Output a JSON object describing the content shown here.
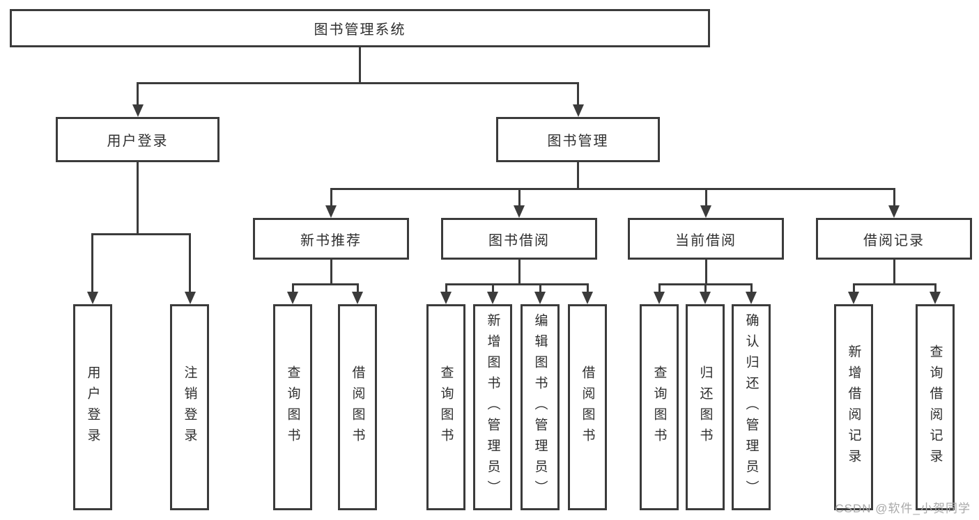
{
  "root": {
    "label": "图书管理系统"
  },
  "level2": {
    "user_login": {
      "label": "用户登录"
    },
    "book_management": {
      "label": "图书管理"
    }
  },
  "level3": {
    "new_book_recommend": {
      "label": "新书推荐"
    },
    "book_borrowing": {
      "label": "图书借阅"
    },
    "current_borrowing": {
      "label": "当前借阅"
    },
    "borrowing_records": {
      "label": "借阅记录"
    }
  },
  "leaves": {
    "user_login": {
      "label": "用户登录"
    },
    "logout": {
      "label": "注销登录"
    },
    "nb_query_books": {
      "label": "查询图书"
    },
    "nb_borrow_books": {
      "label": "借阅图书"
    },
    "bb_query_books": {
      "label": "查询图书"
    },
    "bb_add_books": {
      "label": "新增图书（管理员）"
    },
    "bb_edit_books": {
      "label": "编辑图书（管理员）"
    },
    "bb_borrow_books": {
      "label": "借阅图书"
    },
    "cb_query_books": {
      "label": "查询图书"
    },
    "cb_return_books": {
      "label": "归还图书"
    },
    "cb_confirm_return": {
      "label": "确认归还（管理员）"
    },
    "br_add_record": {
      "label": "新增借阅记录"
    },
    "br_query_record": {
      "label": "查询借阅记录"
    }
  },
  "watermark": {
    "label": "CSDN @软件_小贺同学"
  },
  "colors": {
    "line": "#3b3b3b",
    "text": "#2f2f2f",
    "watermark": "#a9a9a9",
    "background": "#ffffff"
  }
}
